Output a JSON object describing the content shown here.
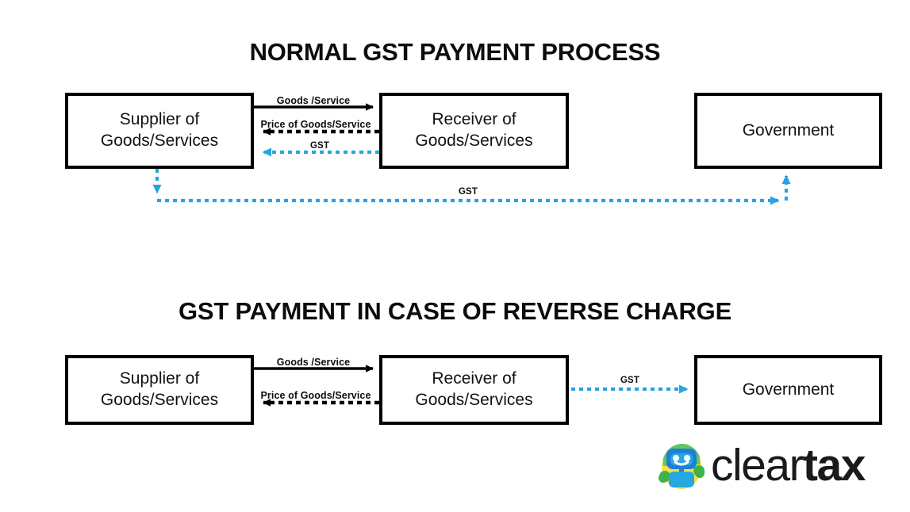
{
  "diagrams": [
    {
      "id": "normal",
      "title": "NORMAL GST PAYMENT PROCESS",
      "nodes": [
        {
          "id": "supplier",
          "line1": "Supplier of",
          "line2": "Goods/Services"
        },
        {
          "id": "receiver",
          "line1": "Receiver of",
          "line2": "Goods/Services"
        },
        {
          "id": "government",
          "line1": "Government",
          "line2": ""
        }
      ],
      "edges": [
        {
          "id": "goods-service",
          "label": "Goods /Service",
          "from": "supplier",
          "to": "receiver",
          "style": "solid",
          "color": "#000000"
        },
        {
          "id": "price-of-goods",
          "label": "Price of Goods/Service",
          "from": "receiver",
          "to": "supplier",
          "style": "dashed",
          "color": "#000000"
        },
        {
          "id": "gst-receiver-to-supplier",
          "label": "GST",
          "from": "receiver",
          "to": "supplier",
          "style": "dotted",
          "color": "#29a3e0"
        },
        {
          "id": "gst-supplier-to-government",
          "label": "GST",
          "from": "supplier",
          "to": "government",
          "style": "dotted",
          "color": "#29a3e0"
        }
      ]
    },
    {
      "id": "reverse",
      "title": "GST PAYMENT IN CASE OF REVERSE CHARGE",
      "nodes": [
        {
          "id": "supplier",
          "line1": "Supplier of",
          "line2": "Goods/Services"
        },
        {
          "id": "receiver",
          "line1": "Receiver of",
          "line2": "Goods/Services"
        },
        {
          "id": "government",
          "line1": "Government",
          "line2": ""
        }
      ],
      "edges": [
        {
          "id": "goods-service",
          "label": "Goods /Service",
          "from": "supplier",
          "to": "receiver",
          "style": "solid",
          "color": "#000000"
        },
        {
          "id": "price-of-goods",
          "label": "Price of Goods/Service",
          "from": "receiver",
          "to": "supplier",
          "style": "dashed",
          "color": "#000000"
        },
        {
          "id": "gst-receiver-to-government",
          "label": "GST",
          "from": "receiver",
          "to": "government",
          "style": "dotted",
          "color": "#29a3e0"
        }
      ]
    }
  ],
  "logo": {
    "name": "cleartax-logo",
    "word_light": "clear",
    "word_bold": "tax",
    "mark_colors": {
      "blob_yellow": "#f7e04a",
      "blob_green": "#5fc85f",
      "robot_blue": "#1f7fd4",
      "robot_cyan": "#26a9e0",
      "eye_white": "#ffffff"
    }
  },
  "colors": {
    "accent_blue": "#29a3e0",
    "line_black": "#000000",
    "background": "#ffffff",
    "text": "#121212"
  }
}
